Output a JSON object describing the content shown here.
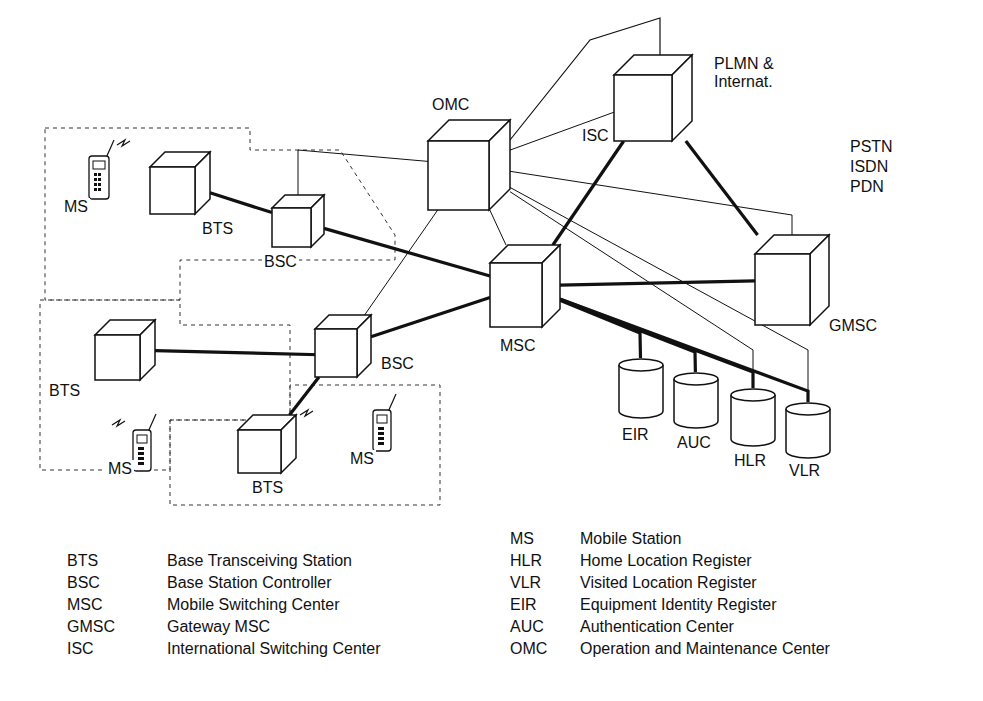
{
  "diagram": {
    "nodes": [
      {
        "text": [
          "MS"
        ]
      },
      {
        "text": [
          "BTS"
        ]
      },
      {
        "text": [
          "BSC"
        ]
      },
      {
        "text": [
          "OMC"
        ]
      },
      {
        "text": [
          "ISC"
        ]
      },
      {
        "text": [
          "MSC"
        ]
      },
      {
        "text": [
          "GMSC"
        ]
      },
      {
        "text": [
          "BTS"
        ]
      },
      {
        "text": [
          "BSC"
        ]
      },
      {
        "text": [
          "MS"
        ]
      },
      {
        "text": [
          "BTS"
        ]
      },
      {
        "text": [
          "MS"
        ]
      },
      {
        "text": [
          "EIR"
        ]
      },
      {
        "text": [
          "AUC"
        ]
      },
      {
        "text": [
          "HLR"
        ]
      },
      {
        "text": [
          "VLR"
        ]
      }
    ],
    "edges": [
      {
        "from": 1,
        "to": 2,
        "arrow": "none"
      },
      {
        "from": 2,
        "to": 5,
        "arrow": "none"
      },
      {
        "from": 7,
        "to": 8,
        "arrow": "none"
      },
      {
        "from": 10,
        "to": 8,
        "arrow": "none"
      },
      {
        "from": 8,
        "to": 5,
        "arrow": "none"
      },
      {
        "from": 5,
        "to": 4,
        "arrow": "none"
      },
      {
        "from": 5,
        "to": 6,
        "arrow": "none"
      },
      {
        "from": 4,
        "to": 6,
        "arrow": "none"
      },
      {
        "from": 5,
        "to": 12,
        "arrow": "none"
      },
      {
        "from": 5,
        "to": 13,
        "arrow": "none"
      },
      {
        "from": 5,
        "to": 14,
        "arrow": "none"
      },
      {
        "from": 5,
        "to": 15,
        "arrow": "none"
      },
      {
        "from": 3,
        "to": 2,
        "arrow": "none"
      },
      {
        "from": 3,
        "to": 8,
        "arrow": "none"
      },
      {
        "from": 3,
        "to": 5,
        "arrow": "none"
      },
      {
        "from": 3,
        "to": 4,
        "arrow": "none"
      },
      {
        "from": 3,
        "to": 6,
        "arrow": "none"
      },
      {
        "from": 3,
        "to": 14,
        "arrow": "none"
      },
      {
        "from": 3,
        "to": 15,
        "arrow": "none"
      }
    ],
    "labels": [
      "PLMN & Internat.",
      "PSTN",
      "ISDN",
      "PDN",
      "BTS",
      "Base Transceiving Station",
      "BSC",
      "Base Station Controller",
      "MSC",
      "Mobile Switching Center",
      "GMSC",
      "Gateway MSC",
      "ISC",
      "International Switching Center",
      "MS",
      "Mobile Station",
      "HLR",
      "Home Location Register",
      "VLR",
      "Visited Location Register",
      "EIR",
      "Equipment Identity Register",
      "AUC",
      "Authentication Center",
      "OMC",
      "Operation and Maintenance Center"
    ]
  }
}
